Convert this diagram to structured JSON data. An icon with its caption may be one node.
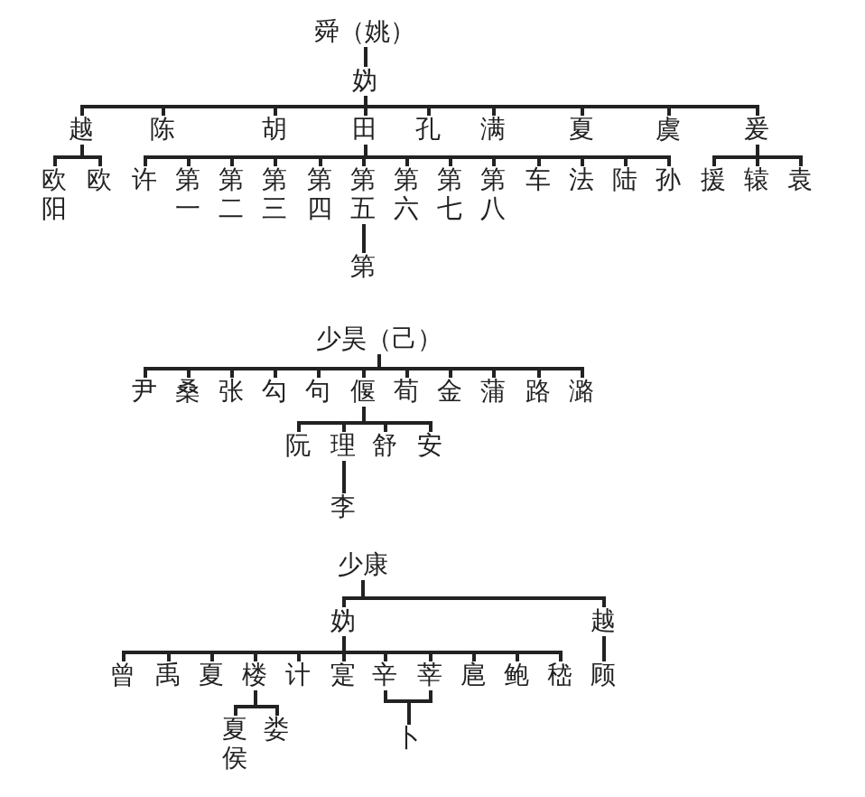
{
  "diagram": {
    "nodes": [
      {
        "text": [
          "舜（姚）"
        ]
      },
      {
        "text": [
          "妫"
        ]
      },
      {
        "text": [
          "越"
        ]
      },
      {
        "text": [
          "陈"
        ]
      },
      {
        "text": [
          "胡"
        ]
      },
      {
        "text": [
          "田"
        ]
      },
      {
        "text": [
          "孔"
        ]
      },
      {
        "text": [
          "满"
        ]
      },
      {
        "text": [
          "夏"
        ]
      },
      {
        "text": [
          "虞"
        ]
      },
      {
        "text": [
          "爰"
        ]
      },
      {
        "text": [
          "欧阳"
        ]
      },
      {
        "text": [
          "欧"
        ]
      },
      {
        "text": [
          "许"
        ]
      },
      {
        "text": [
          "第一"
        ]
      },
      {
        "text": [
          "第二"
        ]
      },
      {
        "text": [
          "第三"
        ]
      },
      {
        "text": [
          "第四"
        ]
      },
      {
        "text": [
          "第五"
        ]
      },
      {
        "text": [
          "第六"
        ]
      },
      {
        "text": [
          "第七"
        ]
      },
      {
        "text": [
          "第八"
        ]
      },
      {
        "text": [
          "车"
        ]
      },
      {
        "text": [
          "法"
        ]
      },
      {
        "text": [
          "陆"
        ]
      },
      {
        "text": [
          "孙"
        ]
      },
      {
        "text": [
          "援"
        ]
      },
      {
        "text": [
          "辕"
        ]
      },
      {
        "text": [
          "袁"
        ]
      },
      {
        "text": [
          "第"
        ]
      },
      {
        "text": [
          "少昊（己）"
        ]
      },
      {
        "text": [
          "尹"
        ]
      },
      {
        "text": [
          "桑"
        ]
      },
      {
        "text": [
          "张"
        ]
      },
      {
        "text": [
          "勾"
        ]
      },
      {
        "text": [
          "句"
        ]
      },
      {
        "text": [
          "偃"
        ]
      },
      {
        "text": [
          "荀"
        ]
      },
      {
        "text": [
          "金"
        ]
      },
      {
        "text": [
          "蒲"
        ]
      },
      {
        "text": [
          "路"
        ]
      },
      {
        "text": [
          "潞"
        ]
      },
      {
        "text": [
          "阮"
        ]
      },
      {
        "text": [
          "理"
        ]
      },
      {
        "text": [
          "舒"
        ]
      },
      {
        "text": [
          "安"
        ]
      },
      {
        "text": [
          "李"
        ]
      },
      {
        "text": [
          "少康"
        ]
      },
      {
        "text": [
          "妫"
        ]
      },
      {
        "text": [
          "越"
        ]
      },
      {
        "text": [
          "曾"
        ]
      },
      {
        "text": [
          "禹"
        ]
      },
      {
        "text": [
          "夏"
        ]
      },
      {
        "text": [
          "楼"
        ]
      },
      {
        "text": [
          "计"
        ]
      },
      {
        "text": [
          "寔"
        ]
      },
      {
        "text": [
          "辛"
        ]
      },
      {
        "text": [
          "莘"
        ]
      },
      {
        "text": [
          "扈"
        ]
      },
      {
        "text": [
          "鲍"
        ]
      },
      {
        "text": [
          "嵇"
        ]
      },
      {
        "text": [
          "顾"
        ]
      },
      {
        "text": [
          "夏侯"
        ]
      },
      {
        "text": [
          "娄"
        ]
      },
      {
        "text": [
          "卜"
        ]
      }
    ],
    "edges": [
      {
        "from": 0,
        "to": 1,
        "arrow": "none"
      },
      {
        "from": 1,
        "to": 2,
        "arrow": "none"
      },
      {
        "from": 1,
        "to": 3,
        "arrow": "none"
      },
      {
        "from": 1,
        "to": 4,
        "arrow": "none"
      },
      {
        "from": 1,
        "to": 5,
        "arrow": "none"
      },
      {
        "from": 1,
        "to": 6,
        "arrow": "none"
      },
      {
        "from": 1,
        "to": 7,
        "arrow": "none"
      },
      {
        "from": 1,
        "to": 8,
        "arrow": "none"
      },
      {
        "from": 1,
        "to": 9,
        "arrow": "none"
      },
      {
        "from": 1,
        "to": 10,
        "arrow": "none"
      },
      {
        "from": 2,
        "to": 11,
        "arrow": "none"
      },
      {
        "from": 2,
        "to": 12,
        "arrow": "none"
      },
      {
        "from": 5,
        "to": 13,
        "arrow": "none"
      },
      {
        "from": 5,
        "to": 14,
        "arrow": "none"
      },
      {
        "from": 5,
        "to": 15,
        "arrow": "none"
      },
      {
        "from": 5,
        "to": 16,
        "arrow": "none"
      },
      {
        "from": 5,
        "to": 17,
        "arrow": "none"
      },
      {
        "from": 5,
        "to": 18,
        "arrow": "none"
      },
      {
        "from": 5,
        "to": 19,
        "arrow": "none"
      },
      {
        "from": 5,
        "to": 20,
        "arrow": "none"
      },
      {
        "from": 5,
        "to": 21,
        "arrow": "none"
      },
      {
        "from": 5,
        "to": 22,
        "arrow": "none"
      },
      {
        "from": 5,
        "to": 23,
        "arrow": "none"
      },
      {
        "from": 5,
        "to": 24,
        "arrow": "none"
      },
      {
        "from": 5,
        "to": 25,
        "arrow": "none"
      },
      {
        "from": 10,
        "to": 26,
        "arrow": "none"
      },
      {
        "from": 10,
        "to": 27,
        "arrow": "none"
      },
      {
        "from": 10,
        "to": 28,
        "arrow": "none"
      },
      {
        "from": 18,
        "to": 29,
        "arrow": "none"
      },
      {
        "from": 30,
        "to": 31,
        "arrow": "none"
      },
      {
        "from": 30,
        "to": 32,
        "arrow": "none"
      },
      {
        "from": 30,
        "to": 33,
        "arrow": "none"
      },
      {
        "from": 30,
        "to": 34,
        "arrow": "none"
      },
      {
        "from": 30,
        "to": 35,
        "arrow": "none"
      },
      {
        "from": 30,
        "to": 36,
        "arrow": "none"
      },
      {
        "from": 30,
        "to": 37,
        "arrow": "none"
      },
      {
        "from": 30,
        "to": 38,
        "arrow": "none"
      },
      {
        "from": 30,
        "to": 39,
        "arrow": "none"
      },
      {
        "from": 30,
        "to": 40,
        "arrow": "none"
      },
      {
        "from": 30,
        "to": 41,
        "arrow": "none"
      },
      {
        "from": 36,
        "to": 42,
        "arrow": "none"
      },
      {
        "from": 36,
        "to": 43,
        "arrow": "none"
      },
      {
        "from": 36,
        "to": 44,
        "arrow": "none"
      },
      {
        "from": 36,
        "to": 45,
        "arrow": "none"
      },
      {
        "from": 43,
        "to": 46,
        "arrow": "none"
      },
      {
        "from": 47,
        "to": 48,
        "arrow": "none"
      },
      {
        "from": 47,
        "to": 49,
        "arrow": "none"
      },
      {
        "from": 48,
        "to": 50,
        "arrow": "none"
      },
      {
        "from": 48,
        "to": 51,
        "arrow": "none"
      },
      {
        "from": 48,
        "to": 52,
        "arrow": "none"
      },
      {
        "from": 48,
        "to": 53,
        "arrow": "none"
      },
      {
        "from": 48,
        "to": 54,
        "arrow": "none"
      },
      {
        "from": 48,
        "to": 55,
        "arrow": "none"
      },
      {
        "from": 48,
        "to": 56,
        "arrow": "none"
      },
      {
        "from": 48,
        "to": 57,
        "arrow": "none"
      },
      {
        "from": 48,
        "to": 58,
        "arrow": "none"
      },
      {
        "from": 48,
        "to": 59,
        "arrow": "none"
      },
      {
        "from": 48,
        "to": 60,
        "arrow": "none"
      },
      {
        "from": 49,
        "to": 61,
        "arrow": "none"
      },
      {
        "from": 53,
        "to": 62,
        "arrow": "none"
      },
      {
        "from": 53,
        "to": 63,
        "arrow": "none"
      },
      {
        "from": 56,
        "to": 64,
        "arrow": "none"
      },
      {
        "from": 57,
        "to": 64,
        "arrow": "none"
      }
    ]
  }
}
